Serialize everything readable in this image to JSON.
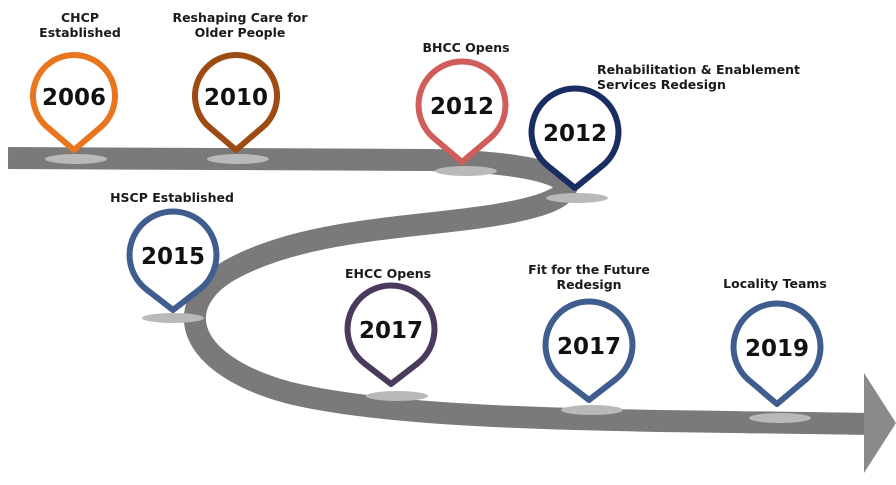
{
  "colors": {
    "road": "#7a7a7a",
    "road_shadow": "#5f5f5f",
    "arrow": "#8a8a8a",
    "shadow": "#b9b9b9",
    "year_text": "#111111"
  },
  "milestones": [
    {
      "id": "chcp",
      "label": "CHCP\nEstablished",
      "year": "2006",
      "color": "#e8761f"
    },
    {
      "id": "reshaping",
      "label": "Reshaping Care for\nOlder People",
      "year": "2010",
      "color": "#9c4b12"
    },
    {
      "id": "bhcc",
      "label": "BHCC Opens",
      "year": "2012",
      "color": "#cf5d5a"
    },
    {
      "id": "rehab",
      "label": "Rehabilitation & Enablement\nServices Redesign",
      "year": "2012",
      "color": "#1a2d63"
    },
    {
      "id": "hscp",
      "label": "HSCP Established",
      "year": "2015",
      "color": "#3f5e8f"
    },
    {
      "id": "ehcc",
      "label": "EHCC Opens",
      "year": "2017",
      "color": "#4a3a5c"
    },
    {
      "id": "fitfuture",
      "label": "Fit for the Future\nRedesign",
      "year": "2017",
      "color": "#3f5e8f"
    },
    {
      "id": "locality",
      "label": "Locality Teams",
      "year": "2019",
      "color": "#3f5e8f"
    }
  ]
}
